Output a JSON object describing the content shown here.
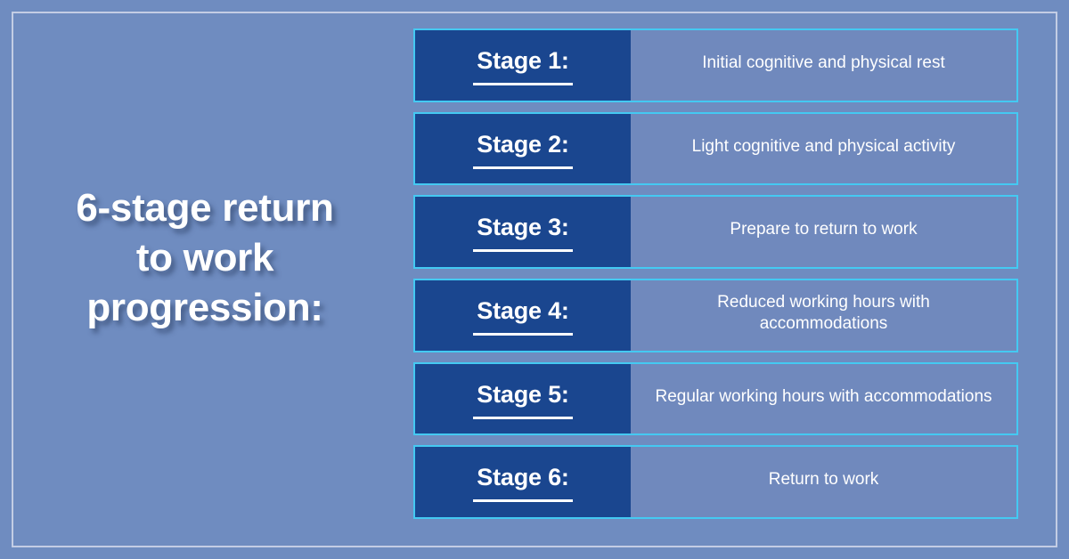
{
  "theme": {
    "background": "#6f8cc0",
    "frame_border": "#c3cde4",
    "row_border": "#44c9f2",
    "label_block": "#1a468f",
    "panel": "#7089bd",
    "text": "#ffffff"
  },
  "title": {
    "line1": "6-stage return",
    "line2": "to work",
    "line3": "progression:"
  },
  "stages": [
    {
      "label": "Stage 1:",
      "description": "Initial cognitive and physical rest"
    },
    {
      "label": "Stage 2:",
      "description": "Light cognitive and physical activity"
    },
    {
      "label": "Stage 3:",
      "description": "Prepare to return to work"
    },
    {
      "label": "Stage 4:",
      "description": "Reduced working hours with accommodations"
    },
    {
      "label": "Stage 5:",
      "description": "Regular working hours with accommodations"
    },
    {
      "label": "Stage 6:",
      "description": "Return to work"
    }
  ]
}
